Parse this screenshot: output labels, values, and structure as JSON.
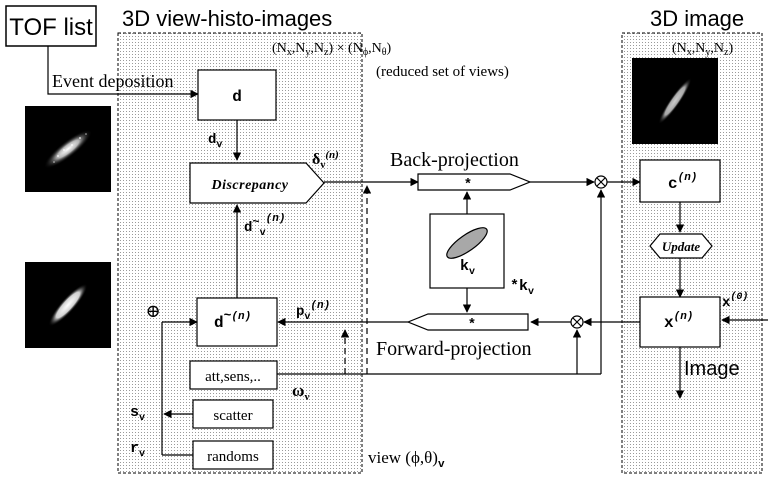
{
  "colors": {
    "stroke": "#000000",
    "panel": "#d9d9d9",
    "background": "#ffffff",
    "image_bg": "#000000"
  },
  "titles": {
    "tof_list": "TOF list",
    "histo_panel": "3D view-histo-images",
    "image_panel": "3D image"
  },
  "dims": {
    "histo_dims": "(N",
    "histo_sub_x": "x",
    "histo_sub_y": "y",
    "histo_sub_z": "z",
    "times": "× (N",
    "phi": "ϕ",
    "theta": "θ",
    "reduced": "(reduced set of views)",
    "image_dims": "(N"
  },
  "labels": {
    "event_deposition": "Event deposition",
    "back_projection": "Back-projection",
    "forward_projection": "Forward-projection",
    "image": "Image",
    "view_prefix": "view (ϕ,θ)",
    "view_sub": "v"
  },
  "boxes": {
    "d": "d",
    "discrepancy": "Discrepancy",
    "d_tilde": "d",
    "c": "c",
    "update": "Update",
    "x": "x",
    "att_sens": "att,sens,..",
    "scatter": "scatter",
    "randoms": "randoms",
    "bp_star": "*",
    "fp_star": "*",
    "kernel": "k"
  },
  "symbols": {
    "d_v": "d",
    "delta": "δ",
    "d_tilde_v": "d",
    "p_v": "p",
    "omega": "ω",
    "s_v": "s",
    "r_v": "r",
    "star_k": "*k",
    "x0": "x",
    "sub_v": "v",
    "sup_n": "(n)",
    "sup_0": "(0)",
    "tilde": "~",
    "otimes": "⊗",
    "oplus": "⊕"
  }
}
